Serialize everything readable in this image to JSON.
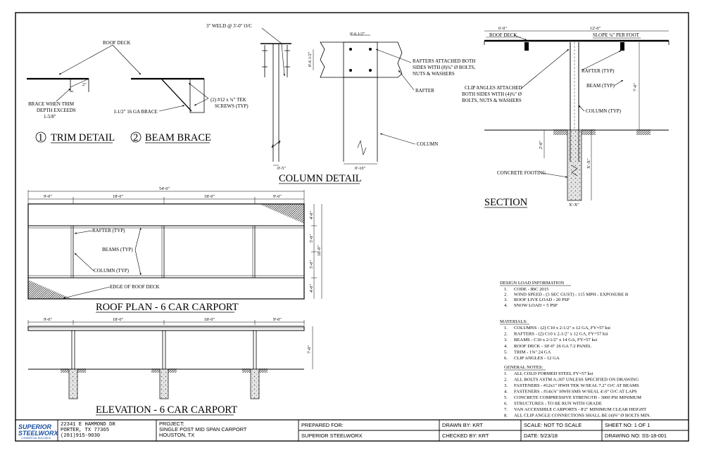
{
  "trim": {
    "roof_deck": "ROOF DECK",
    "brace_note": [
      "BRACE WHEN TRIM",
      "DEPTH EXCEEDS",
      "1-5/8\""
    ],
    "dim": "2\"",
    "num": "1",
    "title": "TRIM DETAIL"
  },
  "beam_brace": {
    "brace": "I-1/2\" 16 GA BRACE",
    "screws": [
      "(2) #12 x ¾\" TEK",
      "SCREWS (TYP)"
    ],
    "num": "2",
    "title": "BEAM BRACE"
  },
  "column_detail": {
    "weld": "3\" WELD @ 3'-0\" O/C",
    "dim_top": "0'-6 1/2\"",
    "dim_side": "0'-6 1/2\"",
    "rafters_note": [
      "RAFTERS ATTACHED BOTH",
      "SIDES WITH (8)¾\" Ø BOLTS,",
      "NUTS & WASHERS"
    ],
    "rafter": "RAFTER",
    "column": "COLUMN",
    "dim_left": "0'-5\"",
    "dim_right": "0'-10\"",
    "title": "COLUMN DETAIL"
  },
  "section": {
    "dim_left": "6'-0\"",
    "dim_right": "12'-0\"",
    "roof_deck": "ROOF DECK",
    "slope": "SLOPE ¼\" PER FOOT",
    "rafter": "RAFTER (TYP)",
    "beam": "BEAM (TYP)",
    "clip": [
      "CLIP ANGLES ATTACHED",
      "BOTH SIDES WITH (4)¾\" Ø",
      "BOLTS, NUTS & WASHERS"
    ],
    "column": "COLUMN (TYP)",
    "height": "7'-0\"",
    "depth": "2'-0\"",
    "footing": "CONCRETE FOOTING",
    "footing_dim": "X'-X\"",
    "footing_w": "X'-X\"",
    "title": "SECTION"
  },
  "roof_plan": {
    "overall": "54'-0\"",
    "bays": [
      "9'-0\"",
      "18'-0\"",
      "18'-0\"",
      "9'-0\""
    ],
    "side_dims": [
      "4'-0\"",
      "5'-0\"",
      "5'-0\"",
      "4'-0\""
    ],
    "overall_side": "18'-0\"",
    "rafter": "RAFTER (TYP)",
    "beams": "BEAMS (TYP)",
    "column": "COLUMN (TYP)",
    "edge": "EDGE OF ROOF DECK",
    "title": "ROOF PLAN - 6 CAR CARPORT"
  },
  "elevation": {
    "bays": [
      "9'-0\"",
      "18'-0\"",
      "18'-0\"",
      "9'-0\""
    ],
    "height": "7'-0\"",
    "title": "ELEVATION - 6 CAR CARPORT"
  },
  "design_load": {
    "heading": "DESIGN LOAD INFORMATION",
    "items": [
      {
        "n": "1.",
        "t": "CODE - IBC 2015"
      },
      {
        "n": "2.",
        "t": "WIND SPEED - (3 SEC GUST) - 115 MPH - EXPOSURE B"
      },
      {
        "n": "3.",
        "t": "ROOF LIVE LOAD - 20 PSF"
      },
      {
        "n": "4.",
        "t": "SNOW LOAD = 5 PSF"
      }
    ]
  },
  "materials": {
    "heading": "MATERIALS:",
    "items": [
      {
        "n": "1.",
        "t": "COLUMNS - (2) C10 x 2-1/2\" x 12 GA, FY=57 ksi"
      },
      {
        "n": "2.",
        "t": "RAFTERS - (2) C10 x 2-1/2\" x 12 GA, FY=57 ksi"
      },
      {
        "n": "3.",
        "t": "BEAMS - C10 x 2-1/2\" x 14 GA, FY=57 ksi"
      },
      {
        "n": "4.",
        "t": "ROOF DECK - 18'-0\" 26 GA 7.2 PANEL"
      },
      {
        "n": "5.",
        "t": "TRIM - 1⅝\" 24 GA"
      },
      {
        "n": "6.",
        "t": "CLIP ANGLES - 12 GA"
      }
    ]
  },
  "general_notes": {
    "heading": "GENERAL NOTES:",
    "items": [
      {
        "n": "1.",
        "t": "ALL COLD FORMED STEEL FY=57 ksi"
      },
      {
        "n": "2.",
        "t": "ALL BOLTS  ASTM A-307 UNLESS SPECIFIED ON DRAWING"
      },
      {
        "n": "3.",
        "t": "FASTENERS - #12x1\" HWH TEK W/SEAL 7.2\" O/C AT BEAMS"
      },
      {
        "n": "4.",
        "t": "FASTENERS - #14x⅞\" HWH SMS W/SEAL 4'-0\" O/C AT LAPS"
      },
      {
        "n": "5.",
        "t": "CONCRETE COMPRESSIVE STRENGTH - 3000 PSI MINIMUM"
      },
      {
        "n": "6.",
        "t": "STRUCTURES - TO BE RUN WITH GRADE"
      },
      {
        "n": "7.",
        "t": "VAN ACCESSIBLE CARPORTS - 8'2\" MINIMUM CLEAR HEIGHT"
      },
      {
        "n": "8.",
        "t": "ALL CLIP ANGLE CONNECTIONS SHALL BE (4)¾\" Ø BOLTS MIN."
      }
    ]
  },
  "title_block": {
    "logo_line1": "SUPERIOR",
    "logo_line2": "STEELWORX",
    "logo_tag": "COMMERCIAL BUILDINGS",
    "address": [
      "22341 E HAMMOND DR",
      "PORTER, TX 77365",
      "(281)915-9030"
    ],
    "project_label": "PROJECT:",
    "project": [
      "SINGLE POST MID SPAN CARPORT",
      "HOUSTON, TX"
    ],
    "prepared_label": "PREPARED FOR:",
    "prepared": "SUPERIOR STEELWORX",
    "drawn": "DRAWN BY:  KRT",
    "checked": "CHECKED BY:   KRT",
    "scale": "SCALE:   NOT TO SCALE",
    "date": "DATE:   5/23/18",
    "sheet": "SHEET NO:  1 OF 1",
    "drawing": "DRAWING NO:  SS-18-001"
  },
  "colors": {
    "ink": "#000000",
    "logo_blue": "#1a4fa0",
    "concrete": "#d9d9d9"
  }
}
